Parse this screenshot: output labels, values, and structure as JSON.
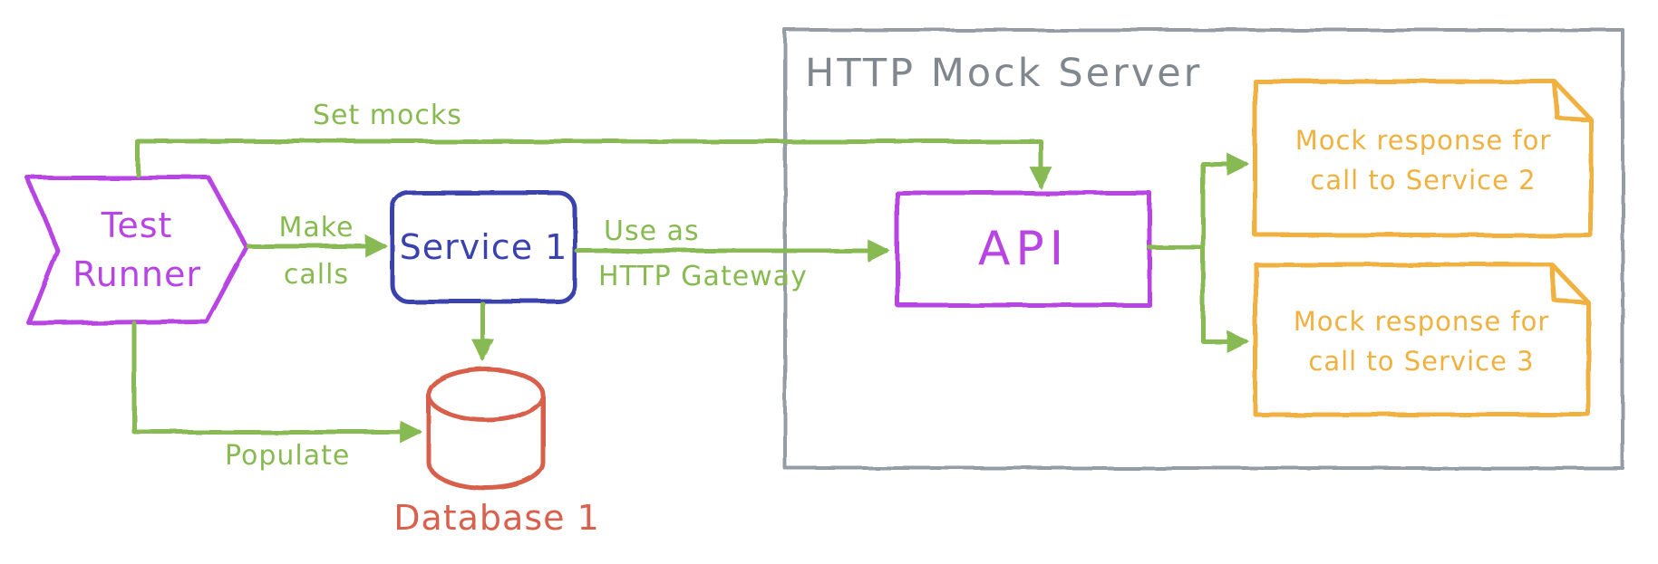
{
  "colors": {
    "purple": "#b845e3",
    "blue": "#3a42ae",
    "green": "#88ba52",
    "red": "#d8604c",
    "yellow": "#f0b13f",
    "gray": "#969ca6",
    "grayText": "#81878f",
    "background": "#ffffff"
  },
  "nodes": {
    "test_runner": {
      "line1": "Test",
      "line2": "Runner"
    },
    "service_1": {
      "label": "Service 1"
    },
    "database_1": {
      "label": "Database 1"
    },
    "http_mock_server": {
      "title": "HTTP Mock Server"
    },
    "api": {
      "label": "API"
    },
    "mock_response_2": {
      "line1": "Mock response for",
      "line2": "call to Service 2"
    },
    "mock_response_3": {
      "line1": "Mock response for",
      "line2": "call to Service 3"
    }
  },
  "edges": {
    "set_mocks": {
      "label": "Set mocks"
    },
    "make_calls": {
      "line1": "Make",
      "line2": "calls"
    },
    "use_as_http_gateway": {
      "line1": "Use as",
      "line2": "HTTP Gateway"
    },
    "populate": {
      "label": "Populate"
    }
  }
}
